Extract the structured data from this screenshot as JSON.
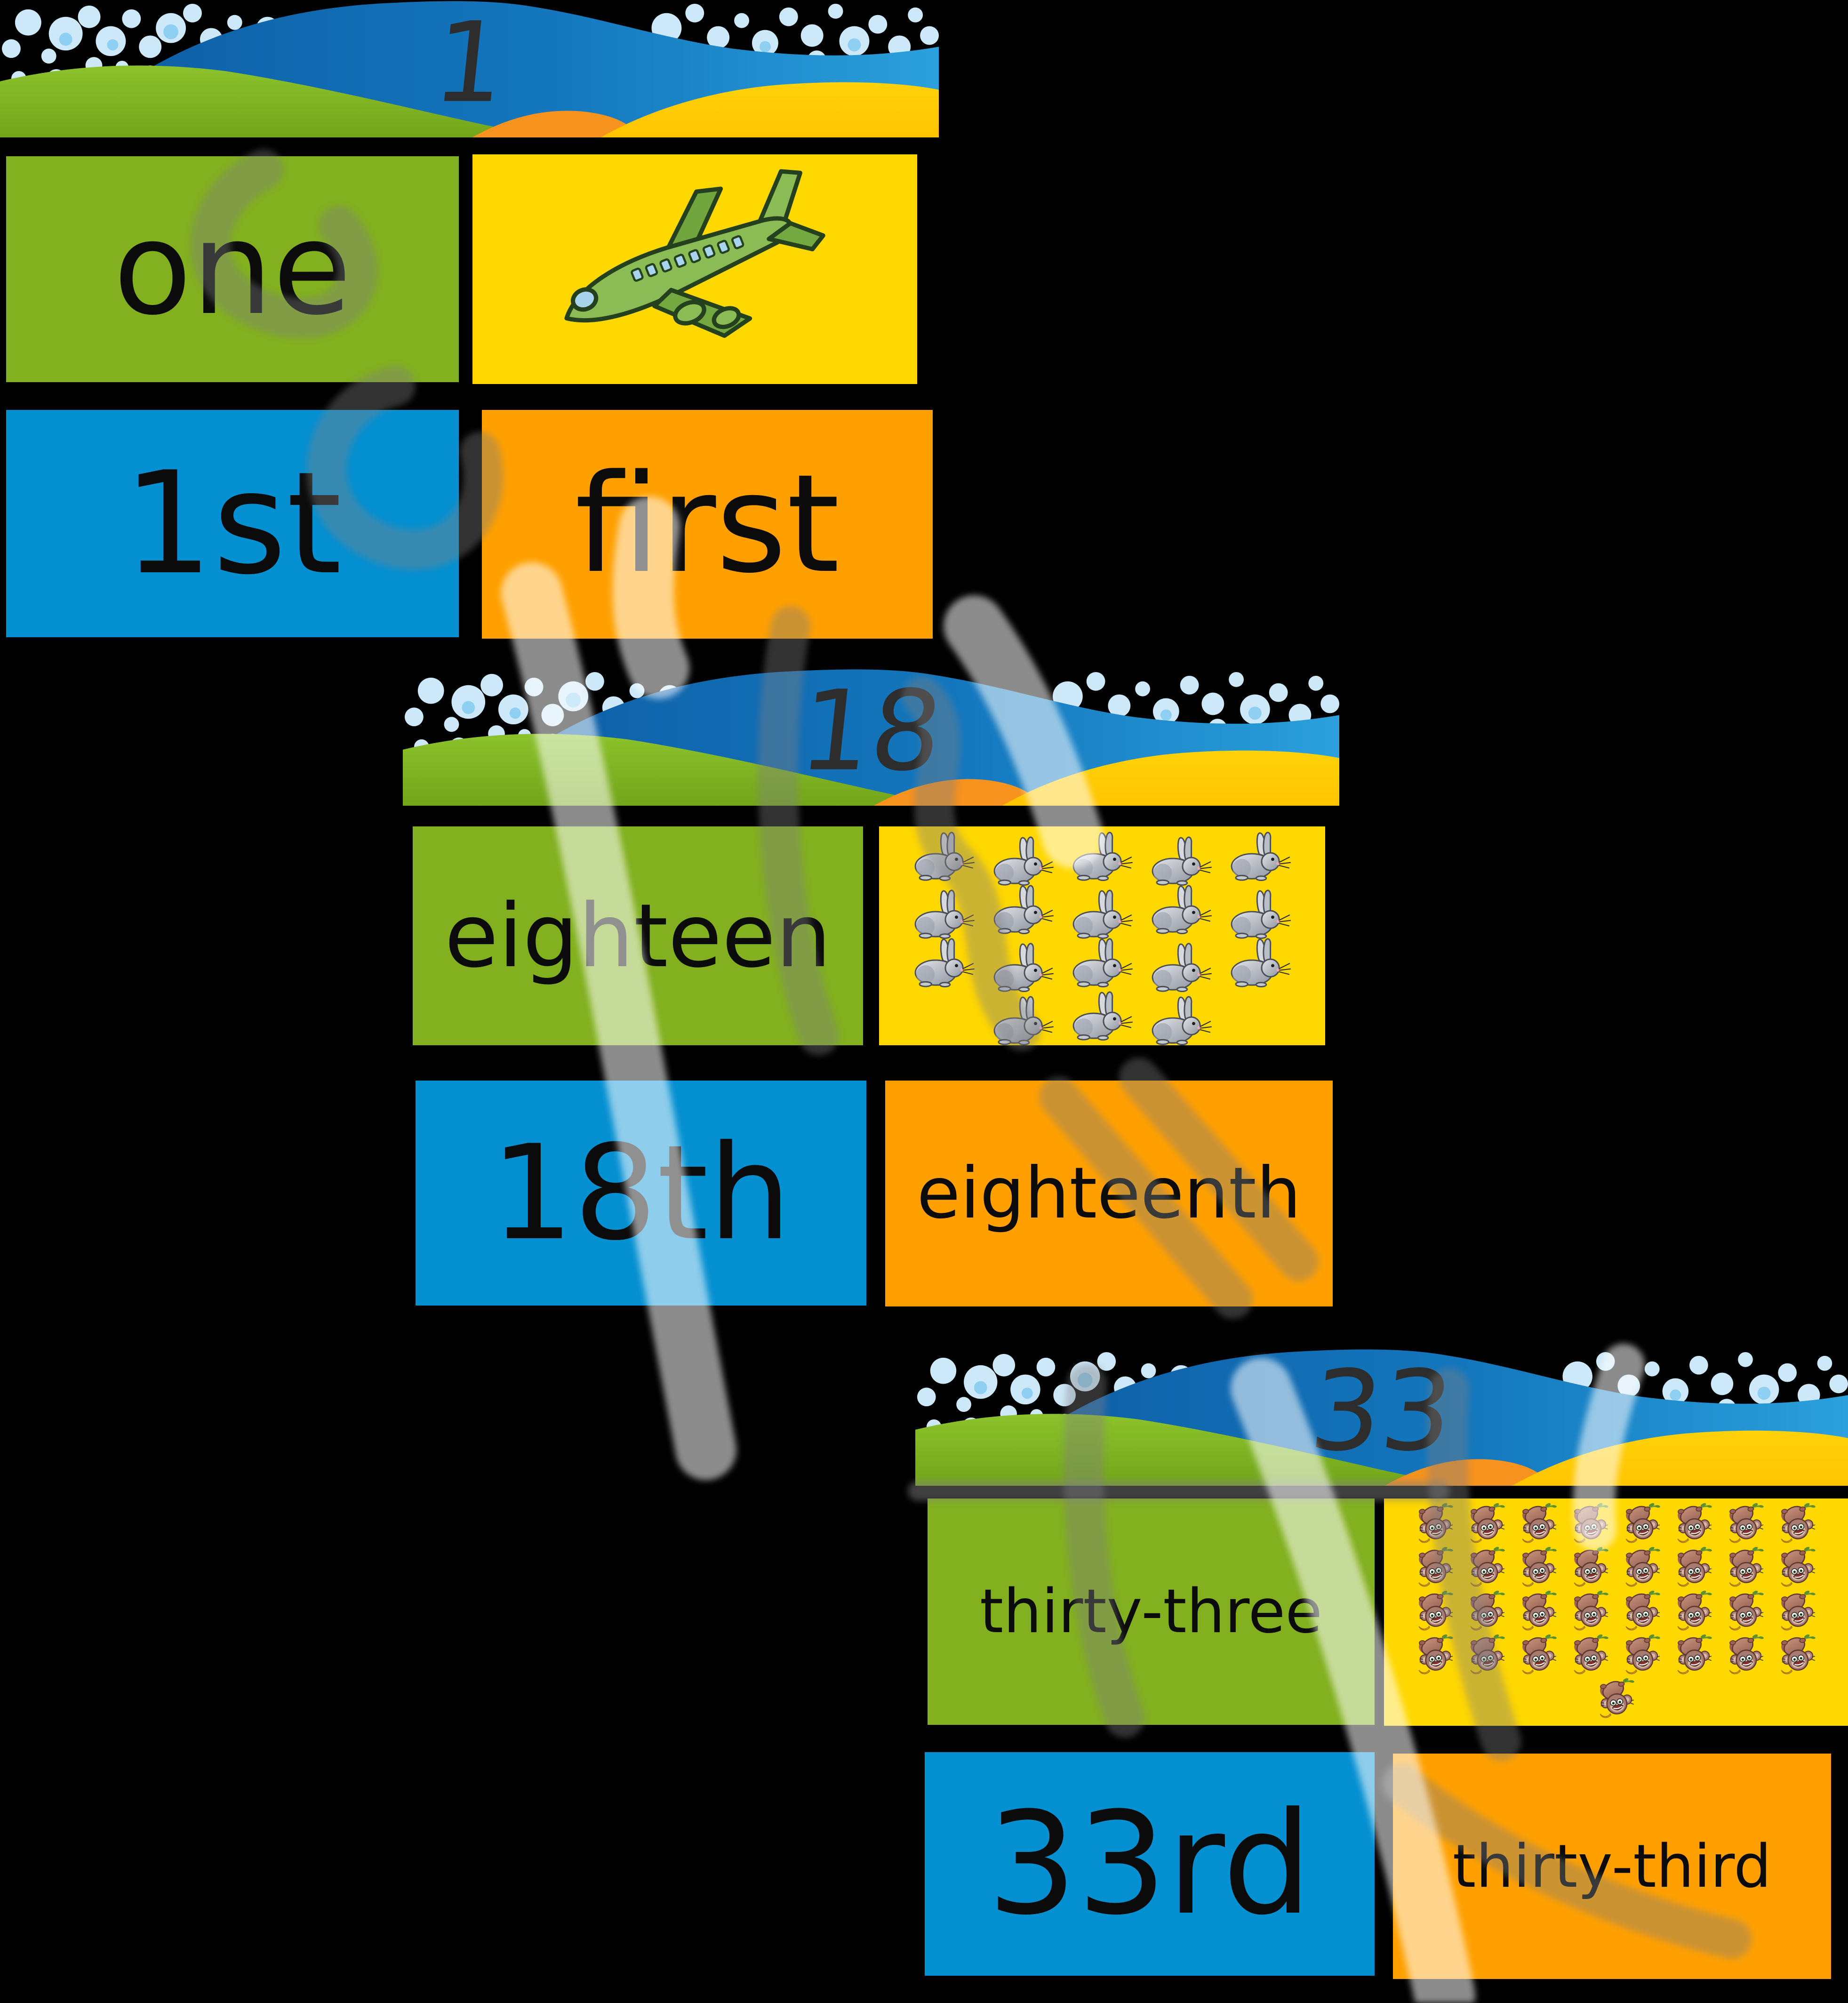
{
  "colors": {
    "green_card": "#82B01E",
    "yellow_card": "#FFD701",
    "blue_card": "#0590D2",
    "orange_card": "#FFA000",
    "sky_dark": "#0E5EA6",
    "sky_light": "#2BA0DC",
    "hill_green_light": "#8CC22C",
    "hill_green": "#73A51A",
    "hill_yellow": "#FFC90A",
    "hill_orange": "#F6921E",
    "bubble": "#CDE8F8",
    "bubble_accent": "#8FD0F2",
    "number_ink": "#2D2D2D",
    "text_ink": "#0B0B0B"
  },
  "groups": [
    {
      "number": "1",
      "number_word": "one",
      "ordinal_numeral": "1st",
      "ordinal_word": "first",
      "picture": {
        "icon": "airplane-icon",
        "count": 1
      }
    },
    {
      "number": "18",
      "number_word": "eighteen",
      "ordinal_numeral": "18th",
      "ordinal_word": "eighteenth",
      "picture": {
        "icon": "rabbit-icon",
        "count": 18
      }
    },
    {
      "number": "33",
      "number_word": "thirty-three",
      "ordinal_numeral": "33rd",
      "ordinal_word": "thirty-third",
      "picture": {
        "icon": "monkey-icon",
        "count": 33
      }
    }
  ]
}
